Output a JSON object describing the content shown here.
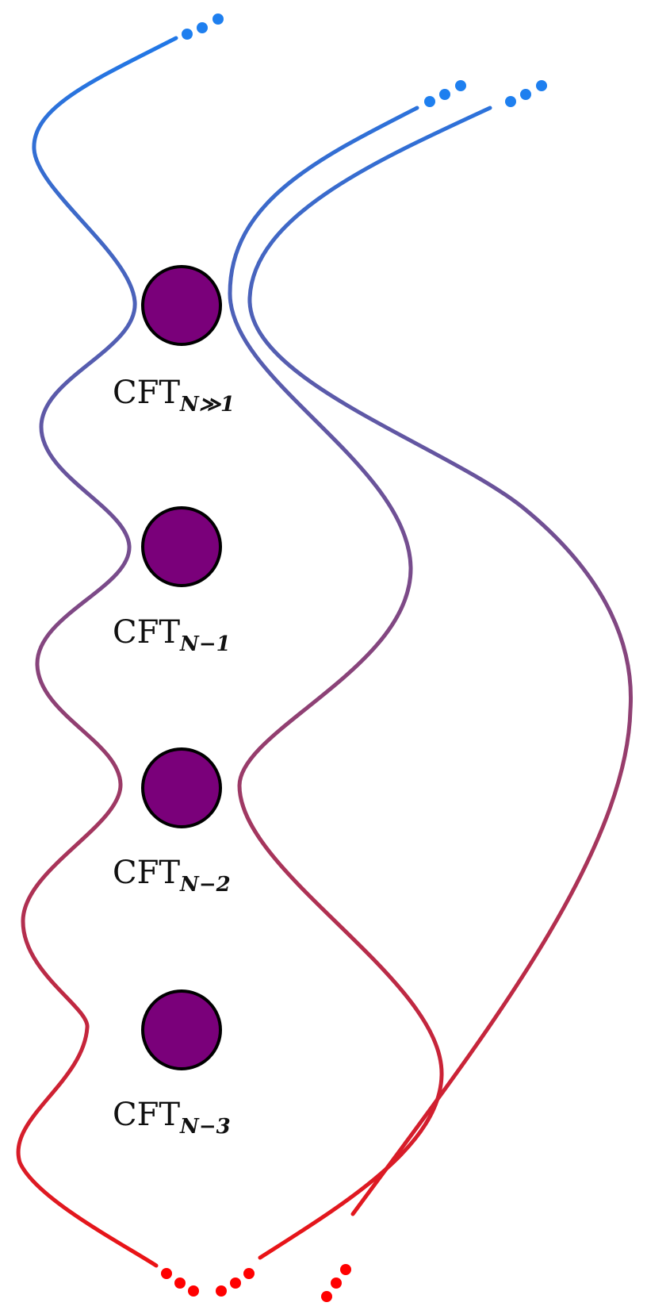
{
  "colors": {
    "line_top": "#1f78e8",
    "line_bottom": "#ee1111",
    "node_fill": "#7a007a",
    "node_stroke": "#000000",
    "dots_top": "#1e7fef",
    "dots_bottom": "#ff0000"
  },
  "nodes": [
    {
      "id": "node-1",
      "label_main": "CFT",
      "label_sub": "N≫1"
    },
    {
      "id": "node-2",
      "label_main": "CFT",
      "label_sub": "N−1"
    },
    {
      "id": "node-3",
      "label_main": "CFT",
      "label_sub": "N−2"
    },
    {
      "id": "node-4",
      "label_main": "CFT",
      "label_sub": "N−3"
    }
  ],
  "flow_lines": [
    {
      "id": "flow-line-1"
    },
    {
      "id": "flow-line-2"
    },
    {
      "id": "flow-line-3"
    }
  ],
  "ellipsis_icons": [
    {
      "id": "top-ellipsis-1",
      "semantic": "ellipsis-icon"
    },
    {
      "id": "top-ellipsis-2",
      "semantic": "ellipsis-icon"
    },
    {
      "id": "top-ellipsis-3",
      "semantic": "ellipsis-icon"
    },
    {
      "id": "bottom-ellipsis-1",
      "semantic": "ellipsis-icon"
    },
    {
      "id": "bottom-ellipsis-2",
      "semantic": "ellipsis-icon"
    },
    {
      "id": "bottom-ellipsis-3",
      "semantic": "ellipsis-icon"
    }
  ]
}
